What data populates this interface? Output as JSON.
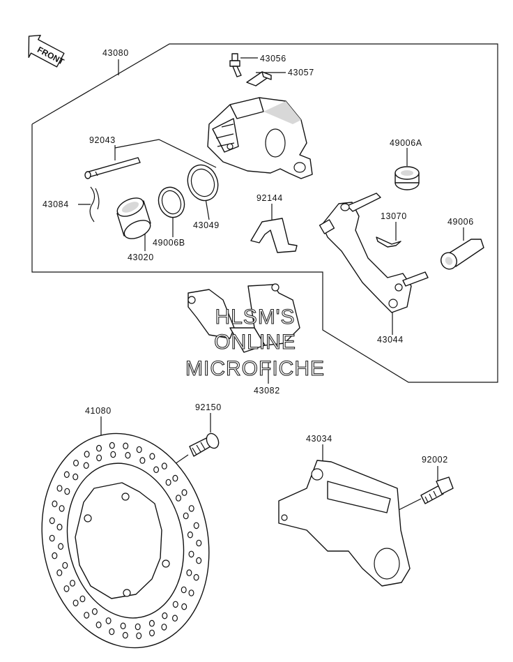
{
  "front_badge": {
    "text": "FRONT",
    "icon": "front-arrow-icon"
  },
  "assembly": {
    "number": "43080"
  },
  "parts": {
    "p43056": "43056",
    "p43057": "43057",
    "p92043": "92043",
    "p43084": "43084",
    "p43020": "43020",
    "p49006B": "49006B",
    "p43049": "43049",
    "p92144": "92144",
    "p49006A": "49006A",
    "p13070": "13070",
    "p49006": "49006",
    "p43044": "43044",
    "p43082": "43082",
    "p41080": "41080",
    "p92150": "92150",
    "p43034": "43034",
    "p92002": "92002"
  },
  "watermark": {
    "line1": "HLSM'S",
    "line2": "ONLINE",
    "line3": "MICROFICHE"
  }
}
